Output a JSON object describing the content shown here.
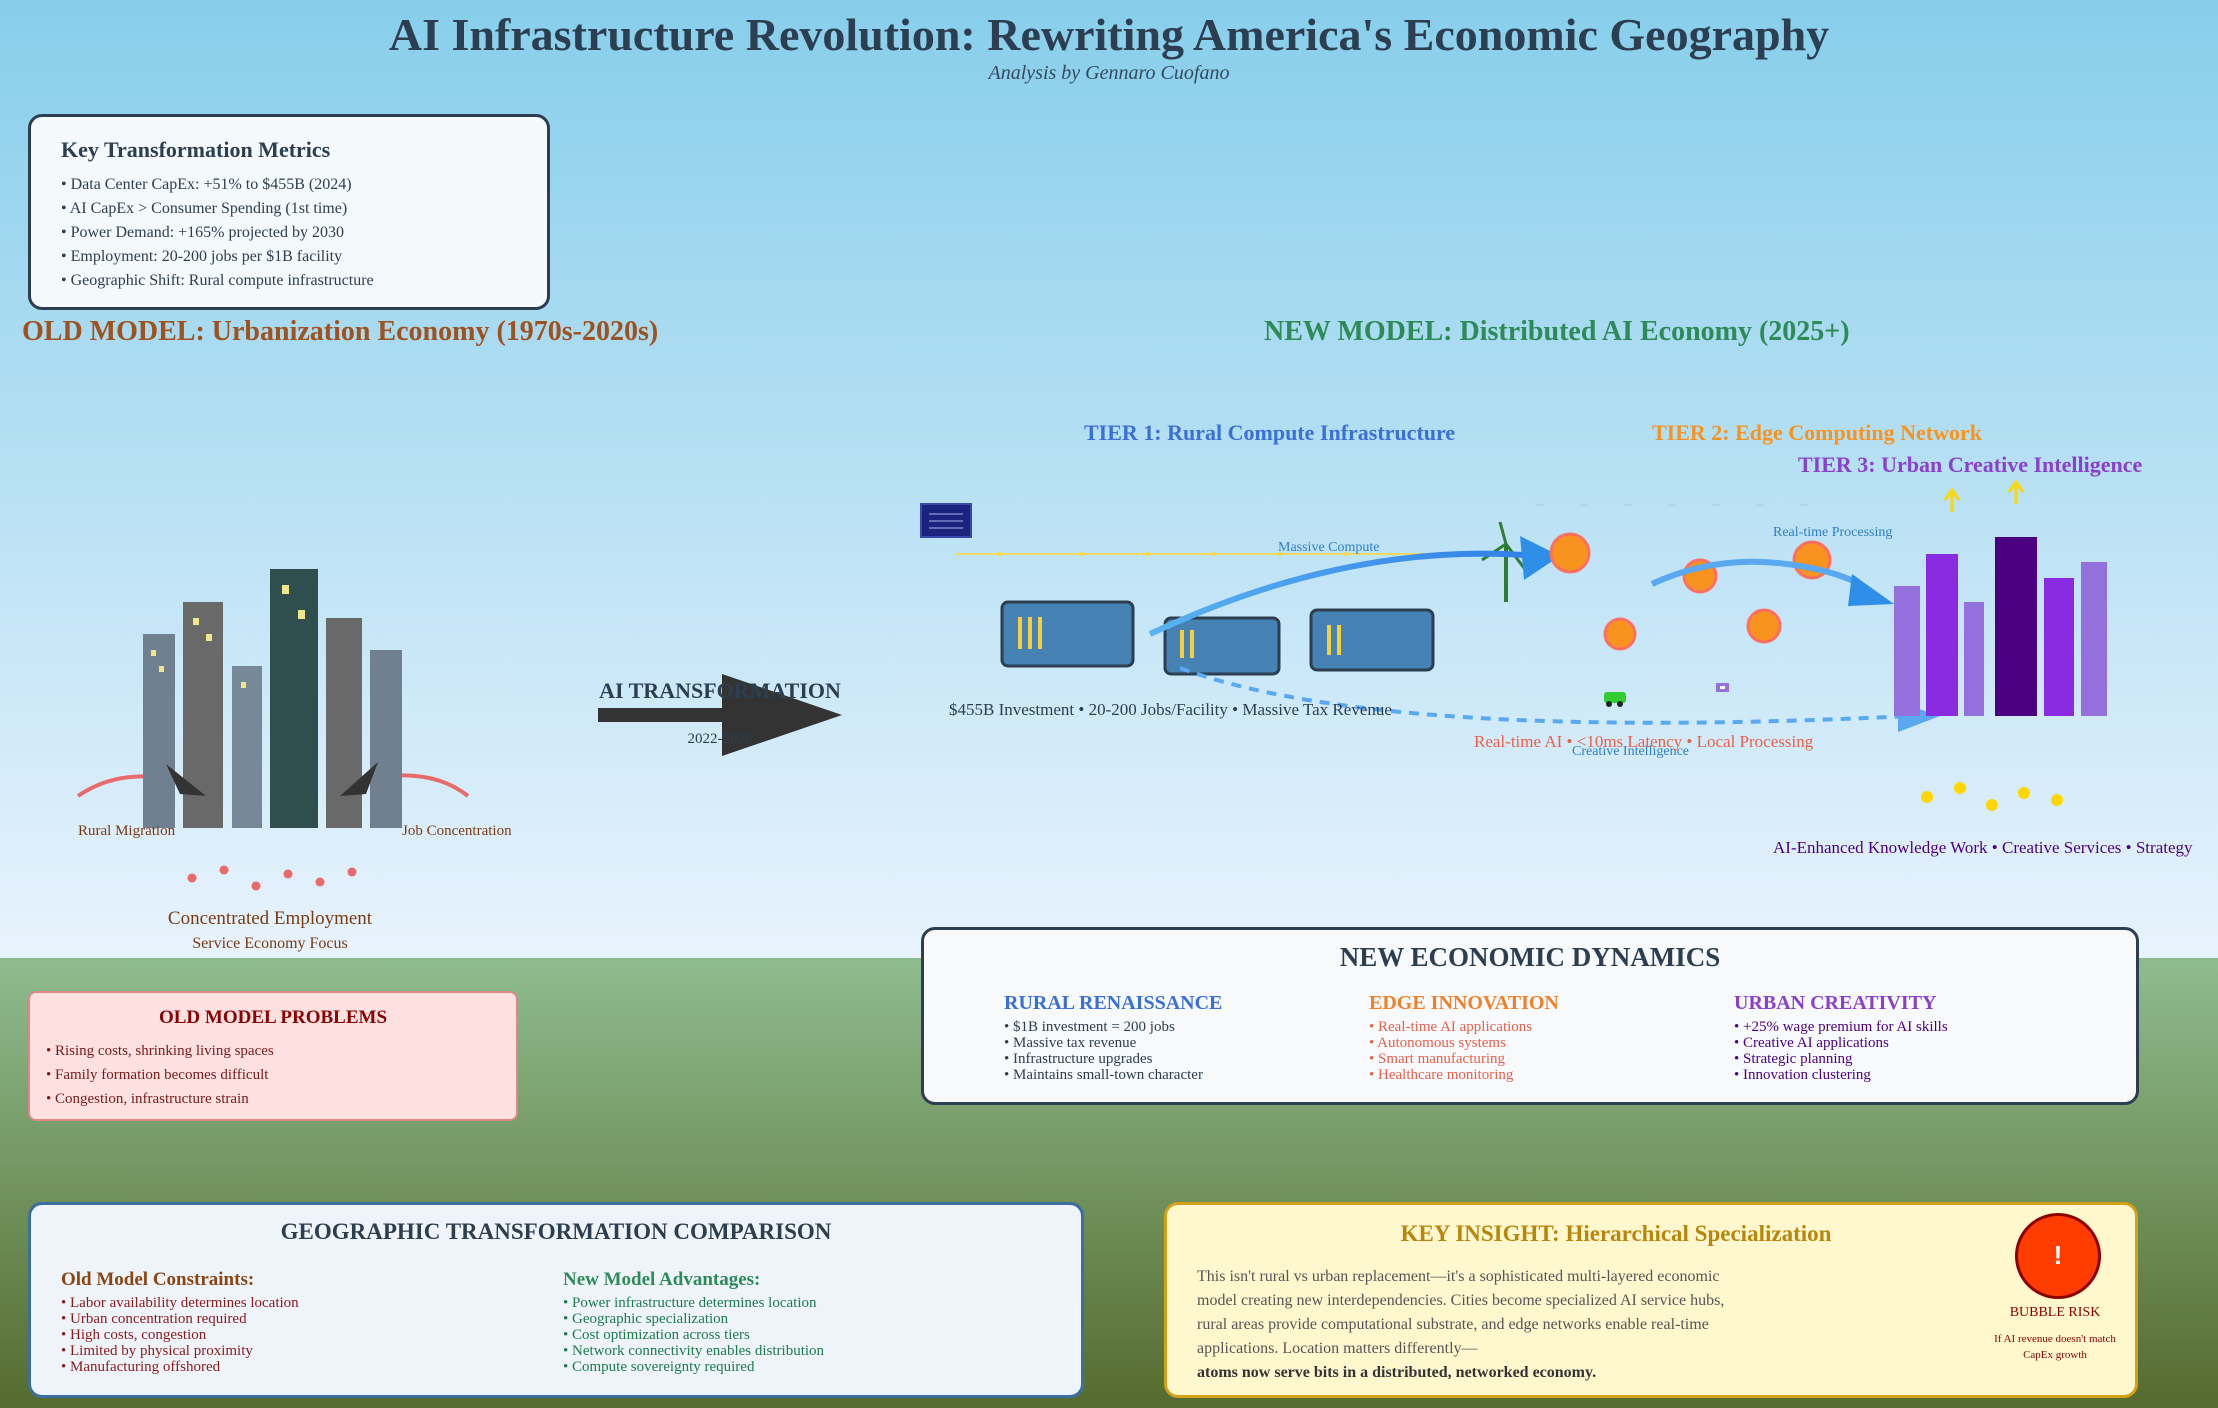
{
  "header": {
    "title": "AI Infrastructure Revolution: Rewriting America's Economic Geography",
    "subtitle": "Analysis by Gennaro Cuofano"
  },
  "metrics": {
    "title": "Key Transformation Metrics",
    "items": [
      "• Data Center CapEx: +51% to $455B (2024)",
      "• AI CapEx > Consumer Spending (1st time)",
      "• Power Demand: +165% projected by 2030",
      "• Employment: 20-200 jobs per $1B facility",
      "• Geographic Shift: Rural compute infrastructure"
    ]
  },
  "old_model": {
    "heading": "OLD MODEL: Urbanization Economy (1970s-2020s)",
    "rural_migration": "Rural Migration",
    "job_concentration": "Job Concentration",
    "caption1": "Concentrated Employment",
    "caption2": "Service Economy Focus"
  },
  "transformation": {
    "label": "AI TRANSFORMATION",
    "years": "2022-2026"
  },
  "new_model": {
    "heading": "NEW MODEL: Distributed AI Economy (2025+)",
    "tier1": "TIER 1: Rural Compute Infrastructure",
    "tier2": "TIER 2: Edge Computing Network",
    "tier3": "TIER 3: Urban Creative Intelligence",
    "massive_compute": "Massive Compute",
    "realtime_processing": "Real-time Processing",
    "creative_intelligence": "Creative Intelligence",
    "tier1_caption": "$455B Investment • 20-200 Jobs/Facility • Massive Tax Revenue",
    "tier2_caption": "Real-time AI • <10ms Latency • Local Processing",
    "tier3_caption": "AI-Enhanced Knowledge Work • Creative Services • Strategy"
  },
  "problems": {
    "title": "OLD MODEL PROBLEMS",
    "items": [
      "• Rising costs, shrinking living spaces",
      "• Family formation becomes difficult",
      "• Congestion, infrastructure strain"
    ]
  },
  "dynamics": {
    "title": "NEW ECONOMIC DYNAMICS",
    "columns": [
      {
        "title": "RURAL RENAISSANCE",
        "color": "#3a6fd8",
        "items": [
          "• $1B investment = 200 jobs",
          "• Massive tax revenue",
          "• Infrastructure upgrades",
          "• Maintains small-town character"
        ]
      },
      {
        "title": "EDGE INNOVATION",
        "color": "#f07f2a",
        "items": [
          "• Real-time AI applications",
          "• Autonomous systems",
          "• Smart manufacturing",
          "• Healthcare monitoring"
        ]
      },
      {
        "title": "URBAN CREATIVITY",
        "color": "#8a3fd0",
        "items": [
          "• +25% wage premium for AI skills",
          "• Creative AI applications",
          "• Strategic planning",
          "• Innovation clustering"
        ]
      }
    ]
  },
  "comparison": {
    "title": "GEOGRAPHIC TRANSFORMATION COMPARISON",
    "old_title": "Old Model Constraints:",
    "old_items": [
      "• Labor availability determines location",
      "• Urban concentration required",
      "• High costs, congestion",
      "• Limited by physical proximity",
      "• Manufacturing offshored"
    ],
    "new_title": "New Model Advantages:",
    "new_items": [
      "• Power infrastructure determines location",
      "• Geographic specialization",
      "• Cost optimization across tiers",
      "• Network connectivity enables distribution",
      "• Compute sovereignty required"
    ]
  },
  "insight": {
    "title": "KEY INSIGHT: Hierarchical Specialization",
    "body": "This isn't rural vs urban replacement—it's a sophisticated multi-layered economic model creating new interdependencies. Cities become specialized AI service hubs, rural areas provide computational substrate, and edge networks enable real-time applications. Location matters differently—",
    "bold": "atoms now serve bits in a distributed, networked economy.",
    "bubble_symbol": "!",
    "bubble_title": "BUBBLE RISK",
    "bubble_text": "If AI revenue doesn't match CapEx growth"
  },
  "colors": {
    "sky_top": "#87ceeb",
    "sky_bottom": "#e6f2fc",
    "ground_top": "#8fbc8f",
    "ground_bottom": "#556b2f"
  }
}
